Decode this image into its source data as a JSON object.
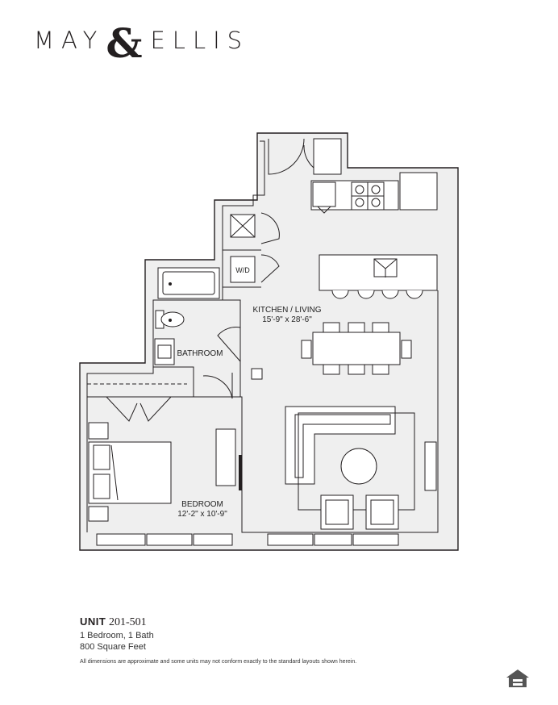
{
  "brand": {
    "left": "MAY",
    "amp": "&",
    "right": "ELLIS"
  },
  "rooms": {
    "kitchen_name": "KITCHEN / LIVING",
    "kitchen_dims": "15'-9\" x 28'-6\"",
    "bathroom_name": "BATHROOM",
    "bedroom_name": "BEDROOM",
    "bedroom_dims": "12'-2\" x 10'-9\"",
    "wd_label": "W/D"
  },
  "unit": {
    "label": "UNIT",
    "number": "201-501",
    "beds_baths": "1 Bedroom, 1 Bath",
    "area": "800 Square Feet",
    "disclaimer": "All dimensions are approximate and some units may not conform exactly to the standard layouts shown herein."
  },
  "colors": {
    "floor": "#efefef",
    "wall": "#231f20",
    "background": "#ffffff"
  }
}
